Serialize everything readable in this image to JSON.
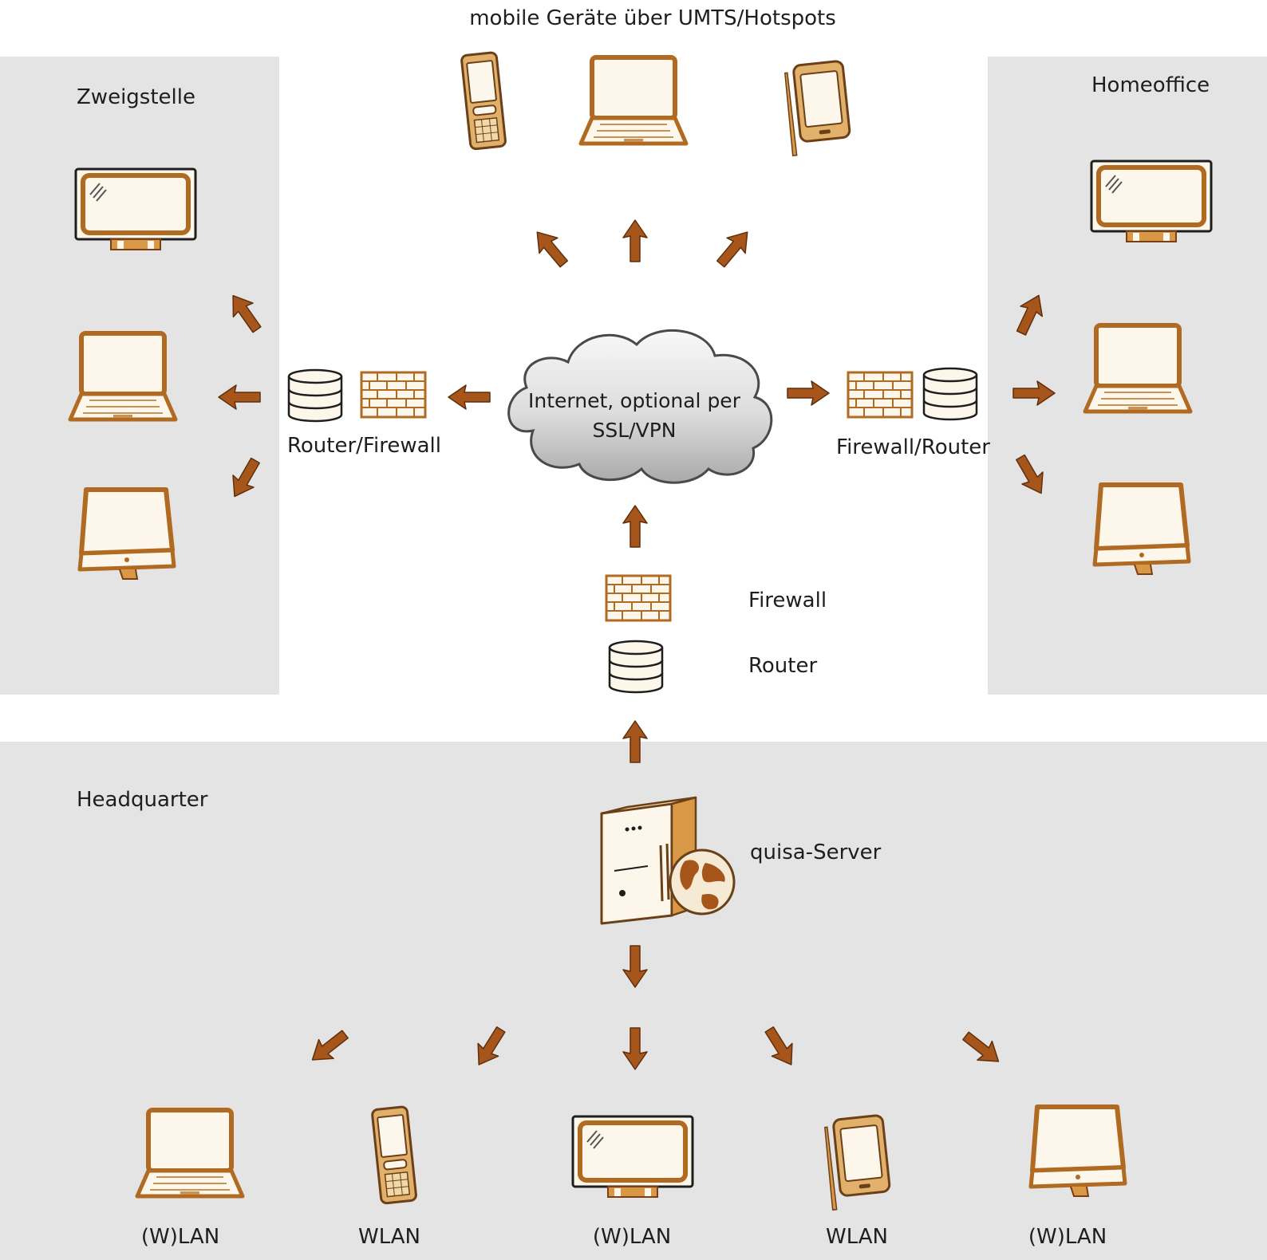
{
  "labels": {
    "top": "mobile Geräte über UMTS/Hotspots",
    "zweigstelle": "Zweigstelle",
    "homeoffice": "Homeoffice",
    "headquarter": "Headquarter",
    "cloud_line1": "Internet, optional per",
    "cloud_line2": "SSL/VPN",
    "router_firewall_left": "Router/Firewall",
    "firewall_router_right": "Firewall/Router",
    "firewall": "Firewall",
    "router": "Router",
    "server": "quisa-Server",
    "lan1": "(W)LAN",
    "lan2": "WLAN",
    "lan3": "(W)LAN",
    "lan4": "WLAN",
    "lan5": "(W)LAN"
  },
  "colors": {
    "region_fill": "#e4e4e4",
    "arrow_fill": "#a6561a",
    "device_outline": "#b06a22",
    "device_screen": "#fdf6ea",
    "cloud_fill": "#d5d5d5"
  }
}
